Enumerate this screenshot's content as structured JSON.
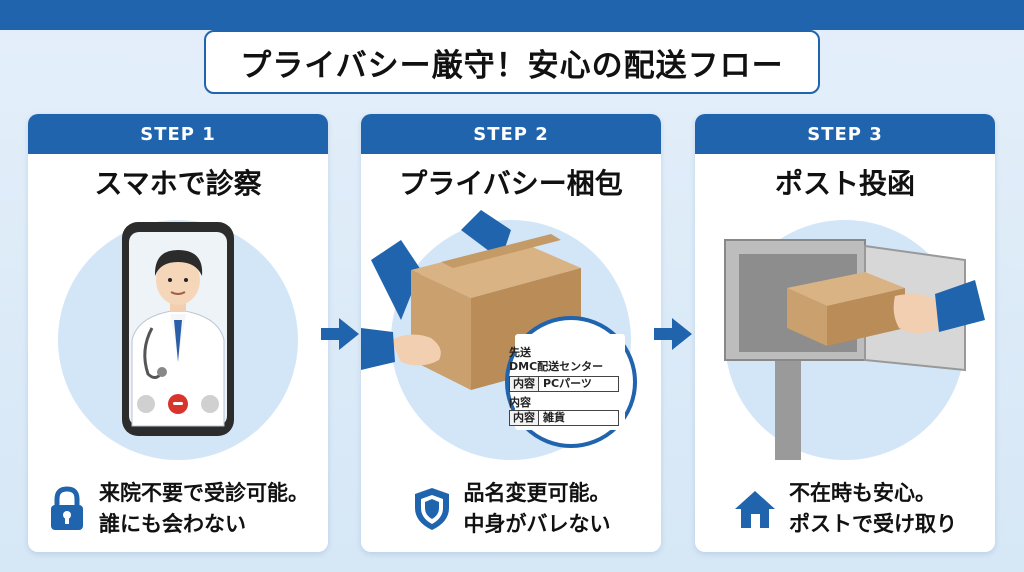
{
  "header": {
    "title": "プライバシー厳守！安心の配送フロー"
  },
  "steps": [
    {
      "label": "STEP 1",
      "title": "スマホで診察",
      "caption_lines": [
        "来院不要で受診可能。",
        "誰にも会わない"
      ],
      "caption_icon": "lock-icon"
    },
    {
      "label": "STEP 2",
      "title": "プライバシー梱包",
      "caption_lines": [
        "品名変更可能。",
        "中身がバレない"
      ],
      "caption_icon": "shield-icon",
      "label_sheet": {
        "sender_heading": "先送",
        "sender_name": "DMC配送センター",
        "row1_key": "内容",
        "row1_value": "PCパーツ",
        "contents_heading": "内容",
        "row2_key": "内容",
        "row2_value": "雑貨"
      }
    },
    {
      "label": "STEP 3",
      "title": "ポスト投函",
      "caption_lines": [
        "不在時も安心。",
        "ポストで受け取り"
      ],
      "caption_icon": "house-icon"
    }
  ],
  "colors": {
    "primary": "#1f64ad",
    "circle": "#d3e6f8",
    "box": "#c9a06e"
  }
}
